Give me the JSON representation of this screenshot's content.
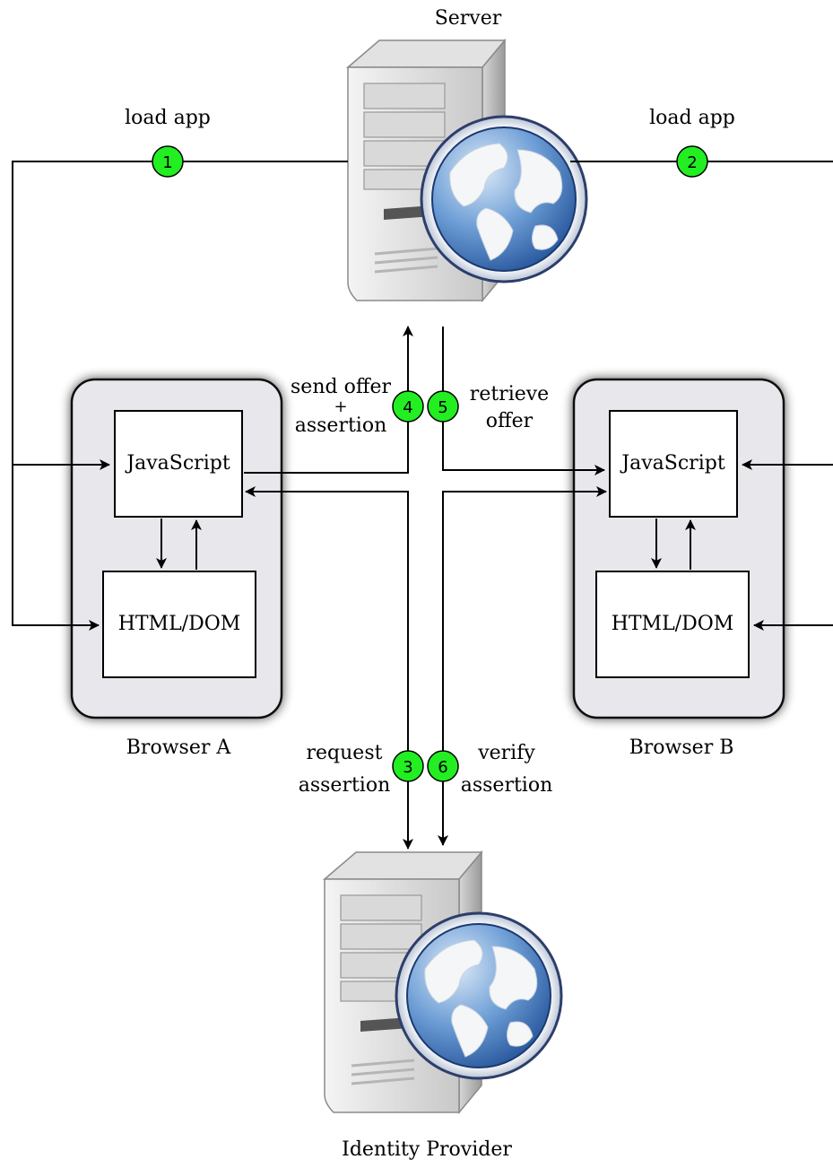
{
  "server": {
    "title": "Server"
  },
  "identity_provider": {
    "title": "Identity Provider"
  },
  "browser_a": {
    "title": "Browser A",
    "js_label": "JavaScript",
    "dom_label": "HTML/DOM"
  },
  "browser_b": {
    "title": "Browser B",
    "js_label": "JavaScript",
    "dom_label": "HTML/DOM"
  },
  "steps": [
    {
      "num": "1",
      "label": "load app"
    },
    {
      "num": "2",
      "label": "load app"
    },
    {
      "num": "3",
      "label_line1": "request",
      "label_line2": "assertion"
    },
    {
      "num": "4",
      "label_line1": "send offer",
      "label_line2": "+",
      "label_line3": "assertion"
    },
    {
      "num": "5",
      "label_line1": "retrieve",
      "label_line2": "offer"
    },
    {
      "num": "6",
      "label_line1": "verify",
      "label_line2": "assertion"
    }
  ],
  "colors": {
    "badge": "#22ee22",
    "browser_bg": "#e6e6ea",
    "globe_blue": "#3a6fb5"
  }
}
